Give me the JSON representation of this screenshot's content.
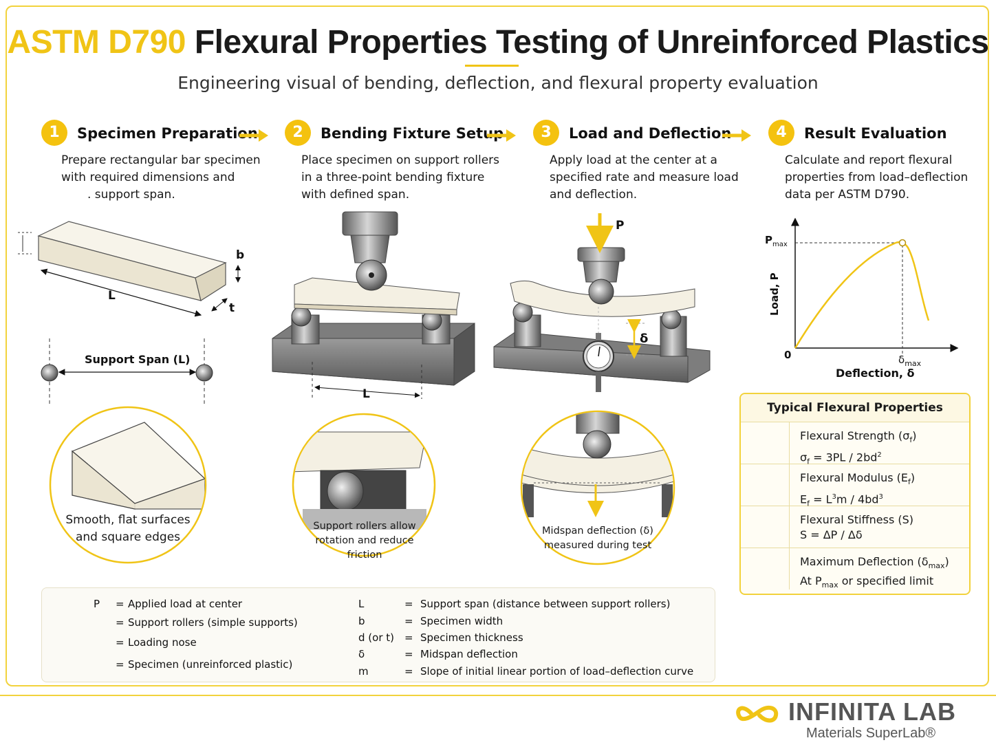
{
  "title": {
    "accent": "ASTM D790",
    "rest": "Flexural Properties Testing of Unreinforced Plastics"
  },
  "subtitle": "Engineering visual of bending, deflection, and flexural property evaluation",
  "steps": [
    {
      "num": "1",
      "title": "Specimen Preparation",
      "lines": [
        "Prepare rectangular bar specimen",
        "with required dimensions and",
        ".  support span."
      ]
    },
    {
      "num": "2",
      "title": "Bending Fixture Setup",
      "lines": [
        "Place specimen on support rollers",
        "in a three-point bending fixture",
        "with defined span."
      ]
    },
    {
      "num": "3",
      "title": "Load and Deflection",
      "lines": [
        "Apply load at the center at a",
        "specified rate and measure load",
        "and deflection."
      ]
    },
    {
      "num": "4",
      "title": "Result Evaluation",
      "lines": [
        "Calculate and report flexural",
        "properties from load–deflection",
        "data per ASTM D790."
      ]
    }
  ],
  "specimen_labels": {
    "length": "L",
    "width": "b",
    "thickness": "t",
    "span": "Support Span (L)"
  },
  "fixture_labels": {
    "span": "L",
    "load": "P",
    "deflection": "δ"
  },
  "details": [
    {
      "lines": [
        "Smooth, flat surfaces",
        "and square edges"
      ]
    },
    {
      "lines": [
        "Support rollers allow",
        "rotation and reduce",
        "friction"
      ]
    },
    {
      "lines": [
        "Midspan deflection (δ)",
        "measured during test"
      ]
    }
  ],
  "graph": {
    "ylabel": "Load, P",
    "xlabel": "Deflection, δ",
    "origin": "0",
    "pmax": "P",
    "pmax_sub": "max",
    "dmax": "δ",
    "dmax_sub": "max",
    "curve_color": "#f0c416"
  },
  "properties": {
    "heading": "Typical Flexural Properties",
    "items": [
      {
        "icon": "shield-icon",
        "name": "Flexural Strength (σ",
        "name_sub": "f",
        "name_end": ")",
        "f1": "σ",
        "f1_sub": "f",
        "f2": " = 3PL / 2bd",
        "f2_sup": "2"
      },
      {
        "icon": "triangle-icon",
        "name": "Flexural Modulus (E",
        "name_sub": "f",
        "name_end": ")",
        "f1": "E",
        "f1_sub": "f",
        "f2": " = L",
        "f2_sup": "3",
        "f3": "m / 4bd",
        "f3_sup": "3"
      },
      {
        "icon": "spring-icon",
        "name": "Flexural Stiffness (S)",
        "f2": "S = ΔP / Δδ"
      },
      {
        "icon": "wave-icon",
        "name": "Maximum Deflection (δ",
        "name_sub": "max",
        "name_end": ")",
        "f2": "At P",
        "f2_sub": "max",
        "f3": " or specified limit"
      }
    ]
  },
  "legend": {
    "left": [
      {
        "sym": "P",
        "desc": "Applied load at center"
      },
      {
        "sym": "",
        "desc": "Support rollers (simple supports)"
      },
      {
        "sym": "",
        "desc": "Loading nose"
      },
      {
        "sym": "",
        "desc": "Specimen (unreinforced plastic)"
      }
    ],
    "right": [
      {
        "sym": "L",
        "desc": "Support span (distance between support rollers)"
      },
      {
        "sym": "b",
        "desc": "Specimen width"
      },
      {
        "sym": "d (or t)",
        "desc": "Specimen thickness"
      },
      {
        "sym": "δ",
        "desc": "Midspan deflection"
      },
      {
        "sym": "m",
        "desc": "Slope of initial linear portion of load–deflection curve"
      }
    ],
    "eq": "="
  },
  "logo": {
    "name": "INFINITA LAB",
    "tagline": "Materials SuperLab®"
  },
  "colors": {
    "accent": "#f0c416",
    "border": "#f2d23c",
    "specimen": "#efeadb",
    "steel": "#8a8a8a"
  }
}
